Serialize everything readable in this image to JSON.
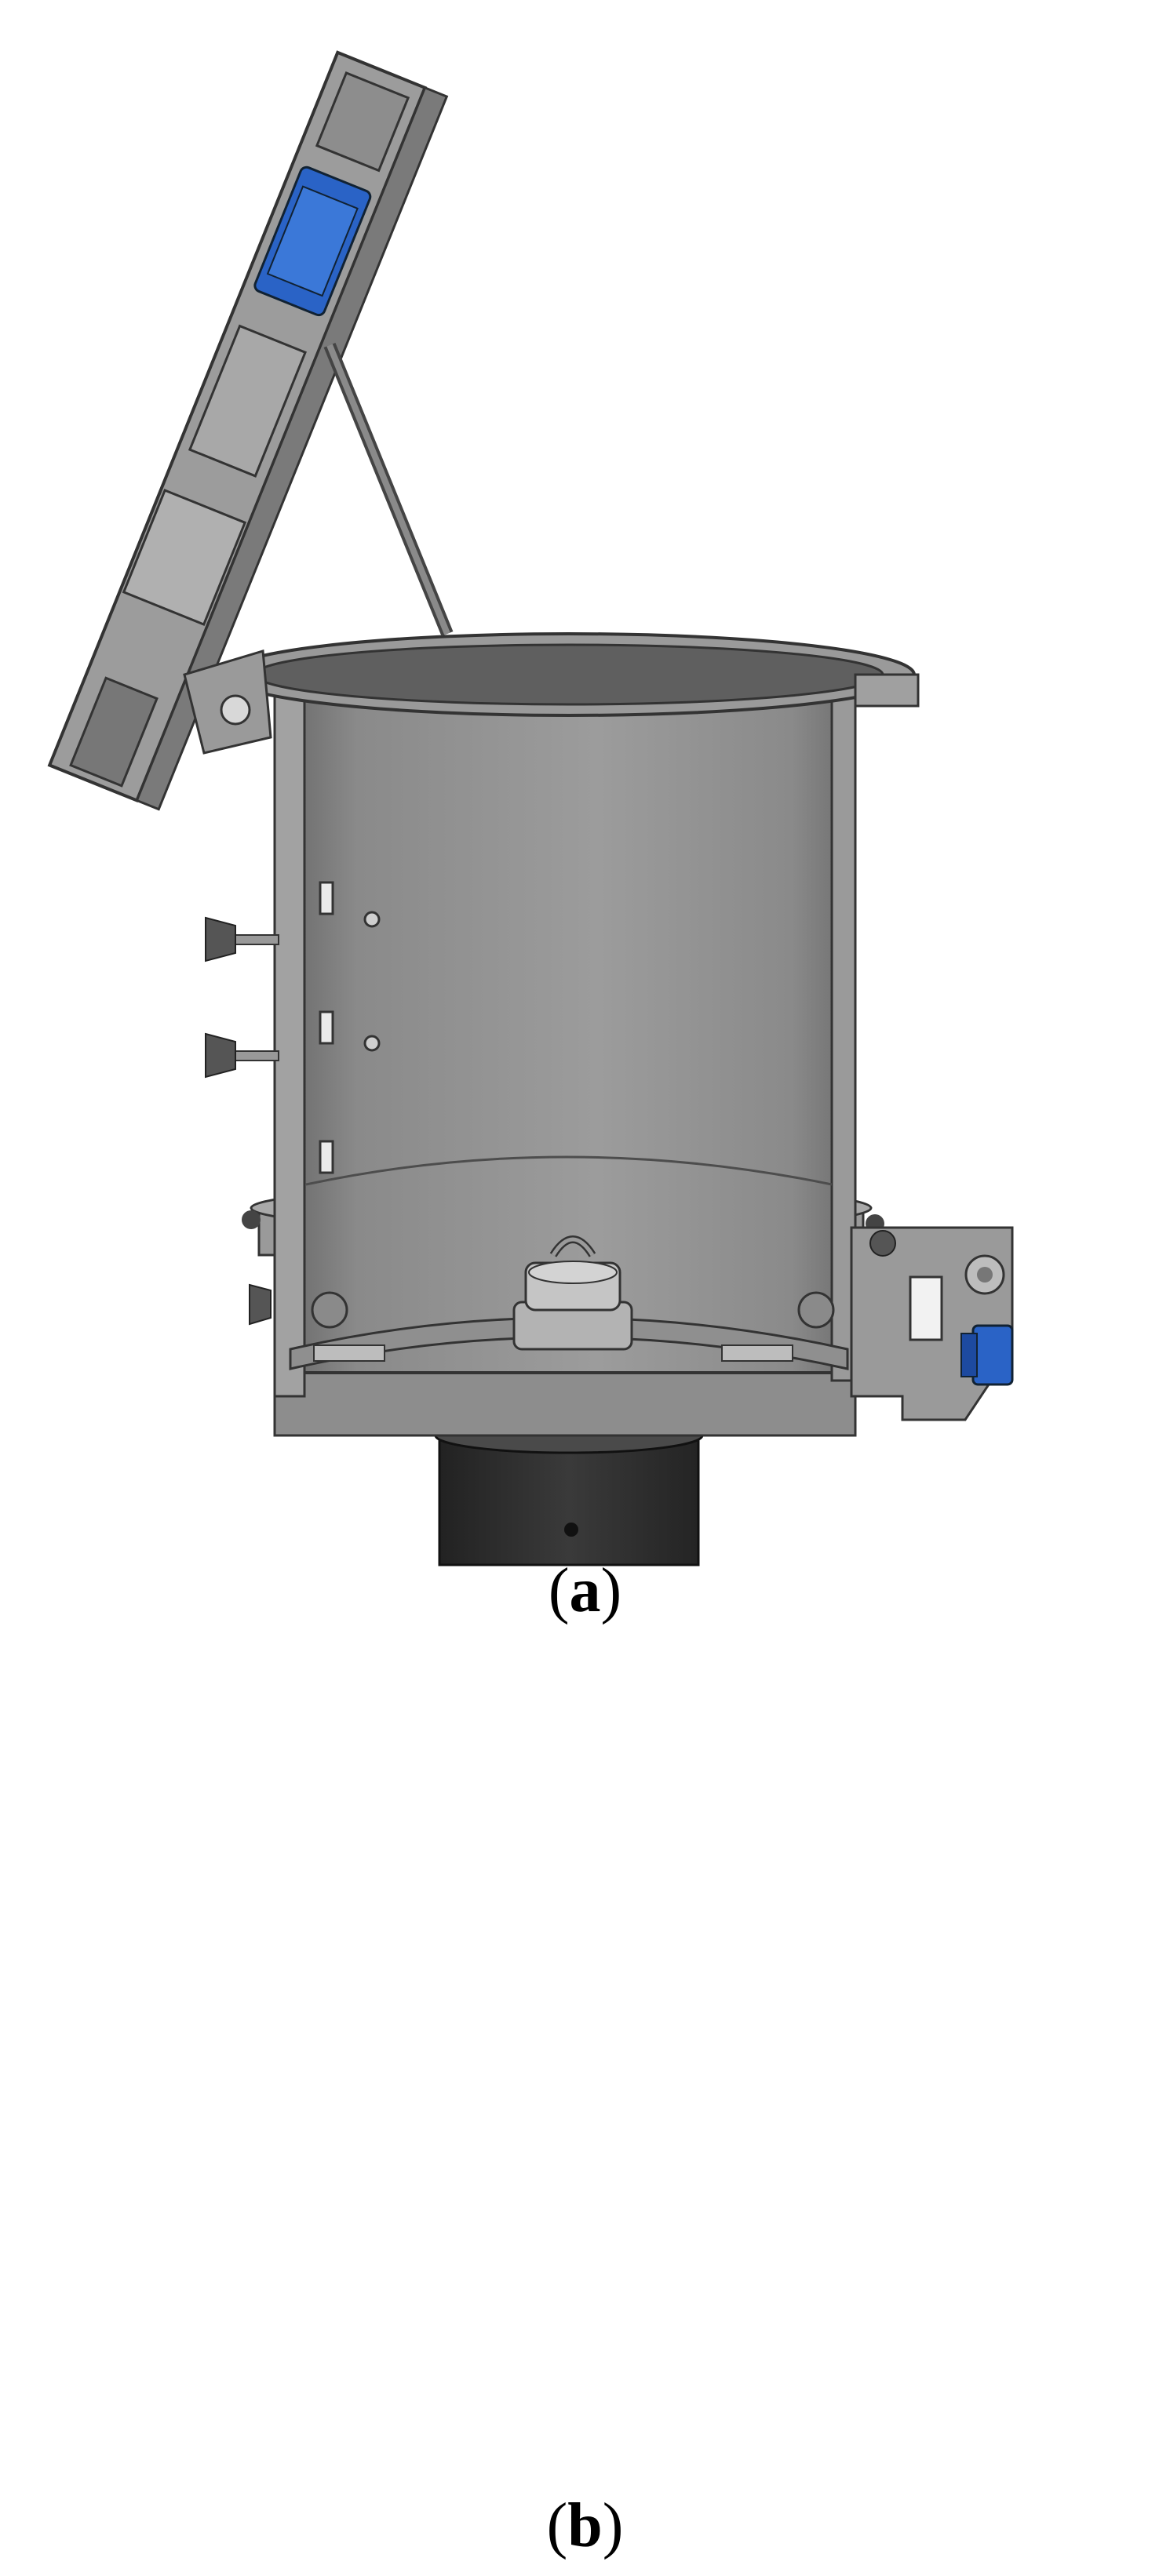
{
  "panels": [
    {
      "id": "a",
      "caption_open": "(",
      "caption_letter": "a",
      "caption_close": ")"
    },
    {
      "id": "b",
      "caption_open": "(",
      "caption_letter": "b",
      "caption_close": ")"
    }
  ],
  "colors": {
    "steel_light": "#a7a7a7",
    "steel_mid": "#8c8c8c",
    "steel_dark": "#5e5e5e",
    "base_dark": "#2f2f2f",
    "accent_blue": "#2a63c6",
    "outline": "#3a3a3a"
  }
}
